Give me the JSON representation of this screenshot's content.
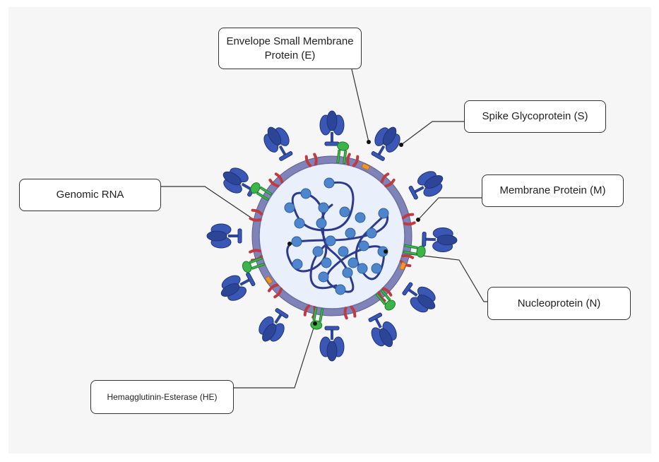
{
  "labels": {
    "envelope": "Envelope Small Membrane Protein (E)",
    "spike": "Spike Glycoprotein (S)",
    "rna": "Genomic RNA",
    "membrane": "Membrane Protein (M)",
    "nucleoprotein": "Nucleoprotein (N)",
    "hemagglutinin": "Hemagglutinin-Esterase (HE)"
  },
  "colors": {
    "background": "#f6f6f6",
    "envelope_ring": "#7f83b8",
    "virion_interior": "#e9effb",
    "spike_protein": "#3a57b5",
    "membrane_protein": "#c03a3f",
    "hemagglutinin_esterase": "#3bb54a",
    "envelope_protein": "#f1952b",
    "rna_strand": "#2d3a8c",
    "nucleoprotein": "#4d86cc"
  }
}
